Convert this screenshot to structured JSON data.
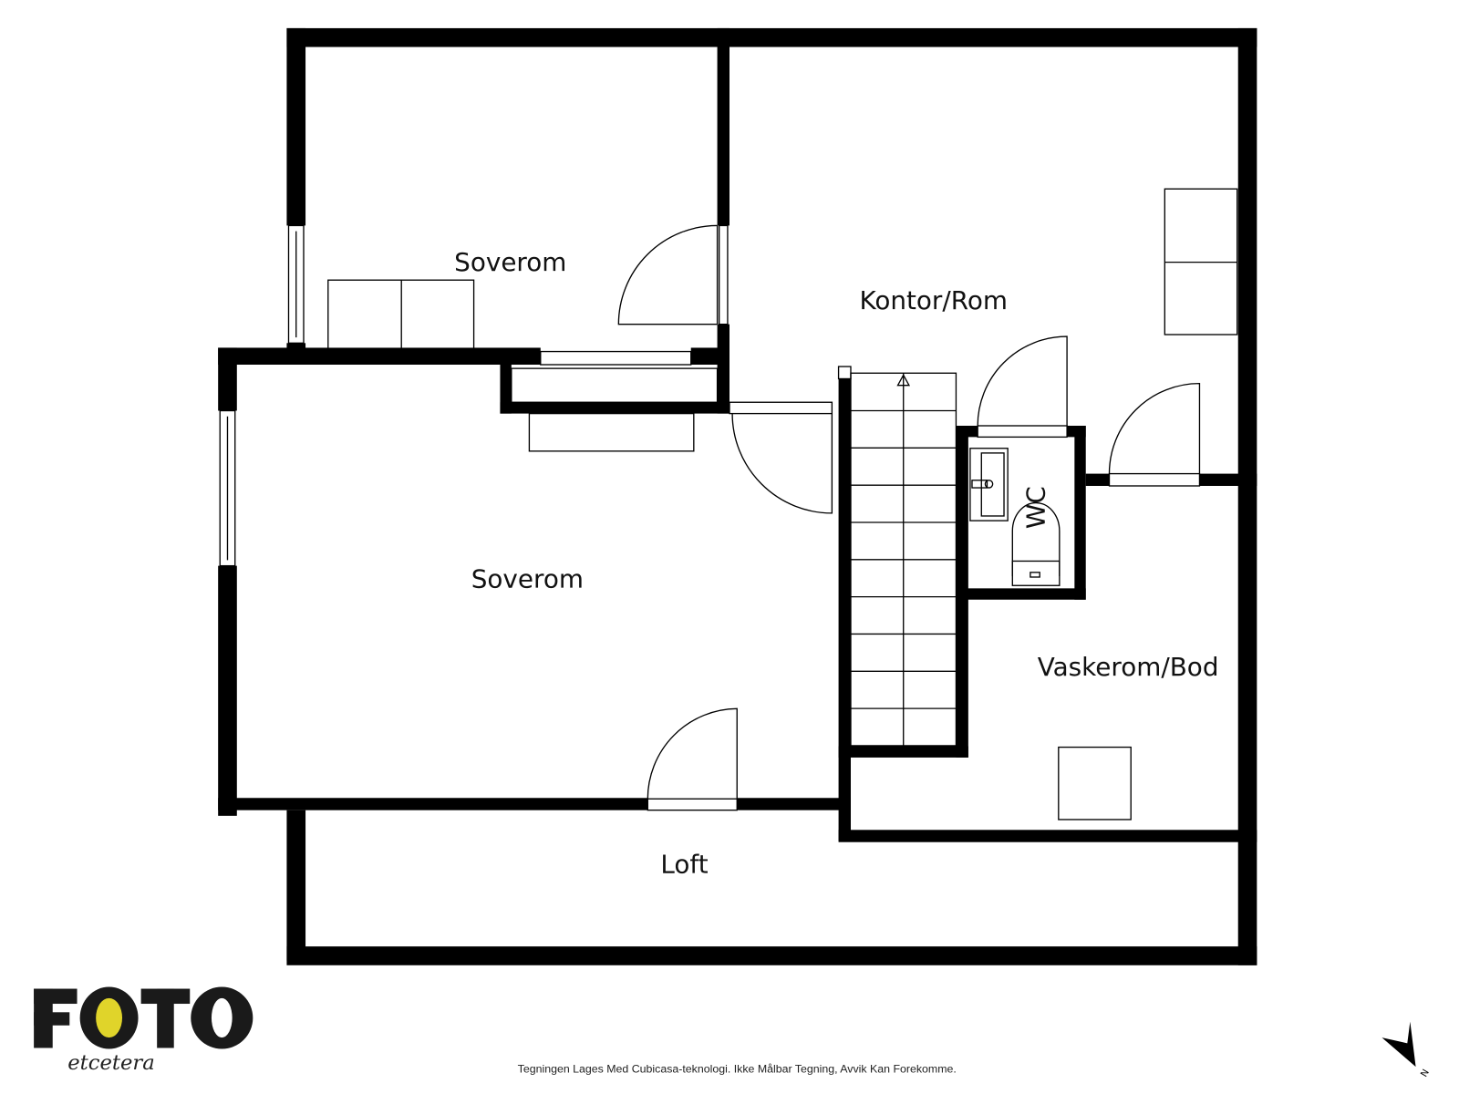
{
  "rooms": {
    "bedroom_top": "Soverom",
    "office": "Kontor/Rom",
    "bedroom_main": "Soverom",
    "wc": "WC",
    "laundry": "Vaskerom/Bod",
    "loft": "Loft"
  },
  "logo": {
    "main": "FOTO",
    "sub": "etcetera",
    "accent": "#e0d42a"
  },
  "footer": {
    "disclaimer": "Tegningen Lages Med Cubicasa-teknologi. Ikke Målbar Tegning, Avvik Kan Forekomme."
  },
  "compass": {
    "label": "N",
    "icon": "north-arrow-icon"
  },
  "colors": {
    "wall": "#000000",
    "background": "#ffffff"
  }
}
